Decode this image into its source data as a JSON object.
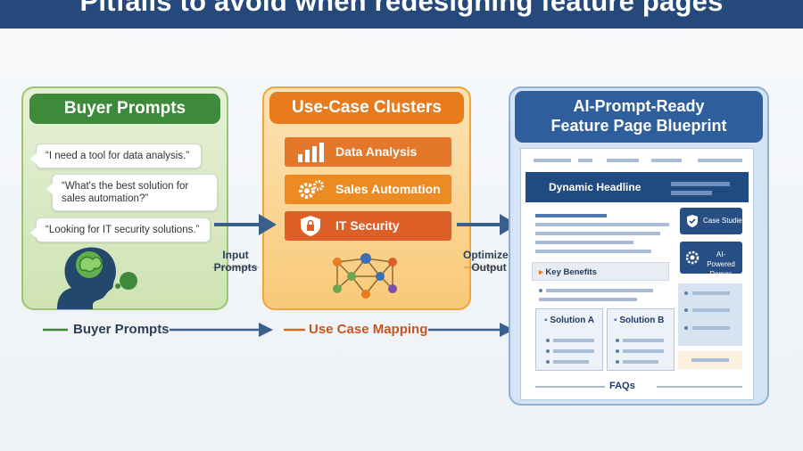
{
  "header": {
    "title": "Pitfalls to avoid when redesigning feature pages"
  },
  "buyer_panel": {
    "title": "Buyer Prompts",
    "prompts": [
      "“I need a tool for data analysis.”",
      "“What's the best solution for sales automation?”",
      "“Looking for IT security solutions.”"
    ]
  },
  "cluster_panel": {
    "title": "Use-Case Clusters",
    "clusters": [
      {
        "label": "Data Analysis",
        "icon": "bar-chart-icon"
      },
      {
        "label": "Sales Automation",
        "icon": "gears-icon"
      },
      {
        "label": "IT Security",
        "icon": "shield-lock-icon"
      }
    ]
  },
  "blueprint_panel": {
    "title_line1": "AI-Prompt-Ready",
    "title_line2": "Feature Page Blueprint",
    "headline": "Dynamic Headline",
    "side_cards": [
      "Case Studies",
      "AI-Powered Demos"
    ],
    "key_benefits": "Key Benefits",
    "solutions": [
      "Solution A",
      "Solution B"
    ],
    "faqs": "FAQs"
  },
  "flow_labels": {
    "input": [
      "Input",
      "Prompts"
    ],
    "output": [
      "Optimized",
      "Output"
    ]
  },
  "bottom_labels": {
    "buyer": "Buyer Prompts",
    "mapping": "Use Case Mapping"
  },
  "colors": {
    "header": "#24497a",
    "green": "#3e8a3b",
    "orange": "#e87b1e",
    "blue": "#2e5e9c",
    "arrow": "#3b5f8c"
  }
}
